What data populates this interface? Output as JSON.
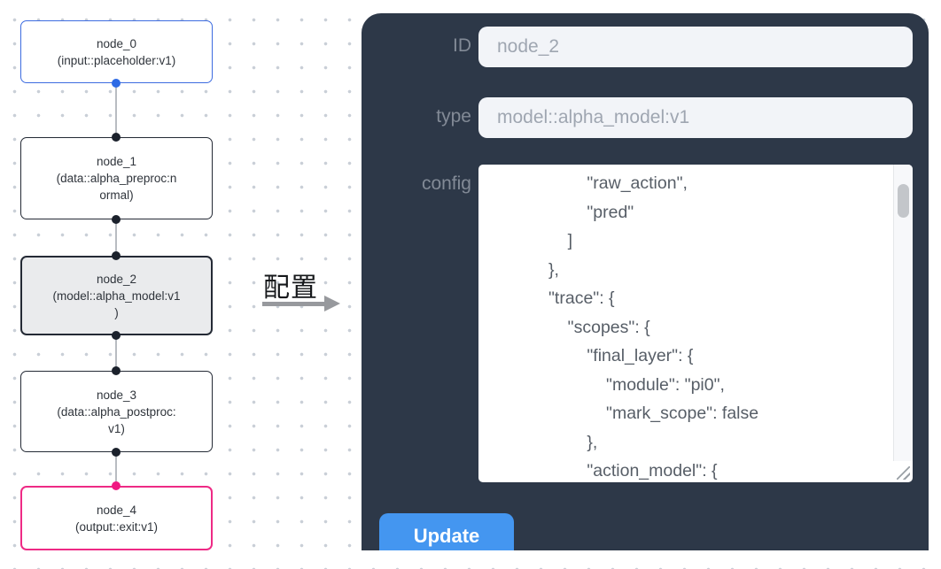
{
  "flow": {
    "nodes": [
      {
        "title": "node_0",
        "subtitle": "(input::placeholder:v1)",
        "variant": "input"
      },
      {
        "title": "node_1",
        "subtitle": "(data::alpha_preproc:n\normal)",
        "variant": "default"
      },
      {
        "title": "node_2",
        "subtitle": "(model::alpha_model:v1\n)",
        "variant": "selected"
      },
      {
        "title": "node_3",
        "subtitle": "(data::alpha_postproc:\nv1)",
        "variant": "default"
      },
      {
        "title": "node_4",
        "subtitle": "(output::exit:v1)",
        "variant": "output"
      }
    ]
  },
  "arrow": {
    "label": "配置"
  },
  "panel": {
    "fields": [
      {
        "label": "ID",
        "value": "node_2"
      },
      {
        "label": "type",
        "value": "model::alpha_model:v1"
      }
    ],
    "config_label": "config",
    "config_text": "                    \"raw_action\",\n                    \"pred\"\n                ]\n            },\n            \"trace\": {\n                \"scopes\": {\n                    \"final_layer\": {\n                        \"module\": \"pi0\",\n                        \"mark_scope\": false\n                    },\n                    \"action_model\": {",
    "update_label": "Update"
  },
  "colors": {
    "panel_bg": "#2d3848",
    "button_blue": "#4496f0",
    "node_input_border": "#3d6ce0",
    "node_output_border": "#ee2a85",
    "node_selected_bg": "#eaebed",
    "handle_dark": "#1b212c",
    "handle_blue": "#2e6be5",
    "handle_pink": "#f01982"
  }
}
